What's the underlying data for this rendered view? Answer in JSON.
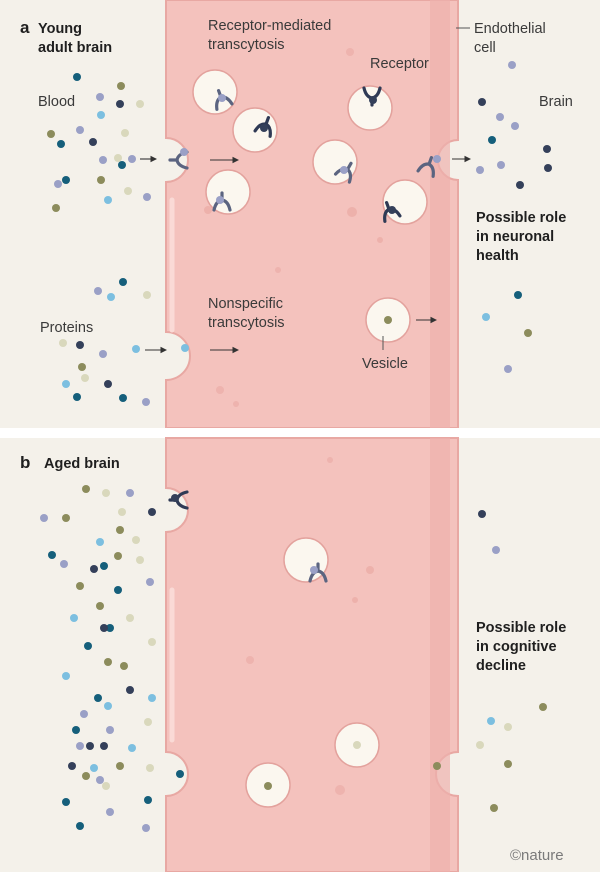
{
  "panel_a": {
    "letter": "a",
    "title_line1": "Young",
    "title_line2": "adult brain",
    "label_blood": "Blood",
    "label_brain": "Brain",
    "label_endothelial_line1": "Endothelial",
    "label_endothelial_line2": "cell",
    "label_rmt_line1": "Receptor-mediated",
    "label_rmt_line2": "transcytosis",
    "label_receptor": "Receptor",
    "label_proteins": "Proteins",
    "label_nst_line1": "Nonspecific",
    "label_nst_line2": "transcytosis",
    "label_vesicle": "Vesicle",
    "role_line1": "Possible role",
    "role_line2": "in neuronal",
    "role_line3": "health"
  },
  "panel_b": {
    "letter": "b",
    "title": "Aged brain",
    "role_line1": "Possible role",
    "role_line2": "in cognitive",
    "role_line3": "decline"
  },
  "credit": "©nature",
  "colors": {
    "background": "#f4f1ea",
    "endothelium": "#f4c2bd",
    "endothelium_edge": "#e8a8a3",
    "vesicle": "#fbf7ef",
    "protein_navy": "#34405a",
    "protein_teal": "#155f7b",
    "protein_lavender": "#9aa0c6",
    "protein_sky": "#7cbfe0",
    "protein_olive": "#8c8c5c",
    "protein_cream": "#d9d8bc",
    "receptor": "#5b6480"
  }
}
